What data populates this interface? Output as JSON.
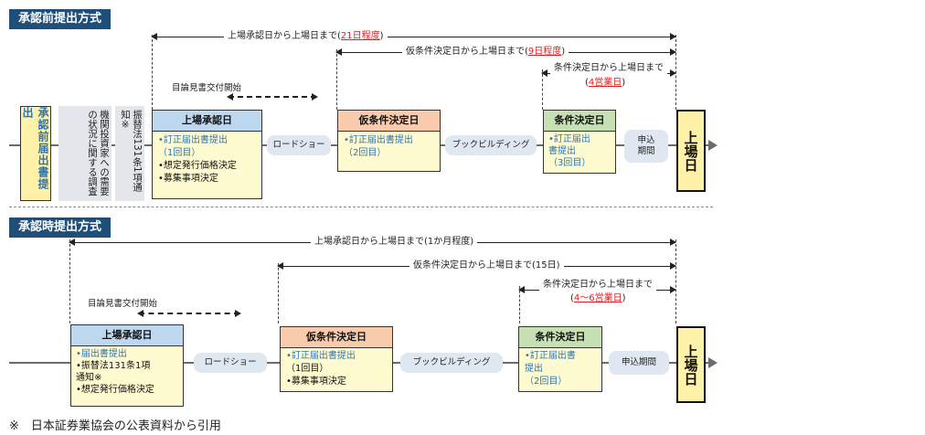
{
  "section1": {
    "title": "承認前提出方式",
    "span_a": {
      "prefix": "上場承認日から上場日まで(",
      "highlight": "21日程度",
      "suffix": ")"
    },
    "span_b": {
      "prefix": "仮条件決定日から上場日まで(",
      "highlight": "9日程度",
      "suffix": ")"
    },
    "span_c": {
      "prefix": "条件決定日から上場日まで",
      "line2_prefix": "(",
      "highlight": "4営業日",
      "suffix": ")"
    },
    "prospectus_start": "目論見書交付開始",
    "start_box": "承認前届出書提出",
    "survey": "機関投資家への需要の状況に関する調査",
    "notice": "振替法131条1項通知※",
    "box1": {
      "title": "上場承認日",
      "items": [
        "•訂正届出書提出",
        "（1回目）",
        "•想定発行価格決定",
        "•募集事項決定"
      ]
    },
    "roadshow": "ロードショー",
    "box2": {
      "title": "仮条件決定日",
      "items": [
        "•訂正届出書提出",
        "（2回目）"
      ]
    },
    "bookbuilding": "ブックビルディング",
    "box3": {
      "title": "条件決定日",
      "items": [
        "•訂正届出",
        "書提出",
        "（3回目）"
      ]
    },
    "application": {
      "line1": "申込",
      "line2": "期間"
    },
    "listing": "上場日"
  },
  "section2": {
    "title": "承認時提出方式",
    "span_a": {
      "text": "上場承認日から上場日まで(1か月程度)"
    },
    "span_b": {
      "text": "仮条件決定日から上場日まで(15日)"
    },
    "span_c": {
      "text": "条件決定日から上場日まで",
      "line2_prefix": "(",
      "highlight": "4～6営業日",
      "suffix": ")"
    },
    "prospectus_start": "目論見書交付開始",
    "box1": {
      "title": "上場承認日",
      "items": [
        "•届出書提出",
        "•振替法131条1項",
        "通知※",
        "•想定発行価格決定"
      ]
    },
    "roadshow": "ロードショー",
    "box2": {
      "title": "仮条件決定日",
      "items": [
        "•訂正届出書提出",
        "（1回目）",
        "•募集事項決定"
      ]
    },
    "bookbuilding": "ブックビルディング",
    "box3": {
      "title": "条件決定日",
      "items": [
        "•訂正届出書",
        "提出",
        "（2回目）"
      ]
    },
    "application": "申込期間",
    "listing": "上場日"
  },
  "footnote": "※　日本証券業協会の公表資料から引用"
}
